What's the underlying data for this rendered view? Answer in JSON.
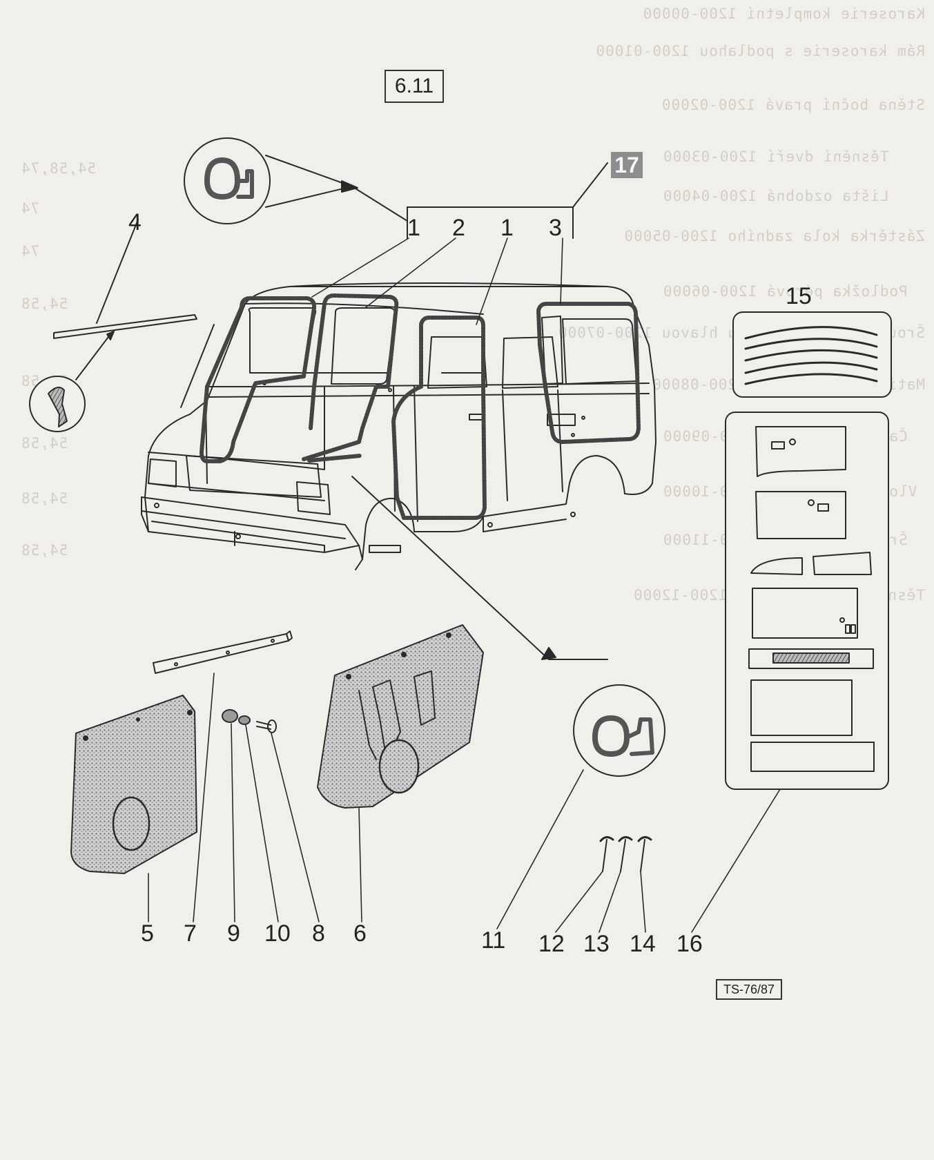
{
  "section_number": "6.11",
  "figure_badge": "17",
  "drawing_code": "TS-76/87",
  "callouts": {
    "c1a": "1",
    "c2": "2",
    "c1b": "1",
    "c3": "3",
    "c4": "4",
    "c15": "15",
    "c16": "16",
    "c5": "5",
    "c7": "7",
    "c9": "9",
    "c10": "10",
    "c8": "8",
    "c6": "6",
    "c11": "11",
    "c12": "12",
    "c13": "13",
    "c14": "14"
  },
  "bleed_through": {
    "right_refs": [
      "54,58,74",
      "74",
      "74",
      "54,58",
      "54,58",
      "54,58",
      "54,58",
      "54,58"
    ],
    "table_rows": [
      "Karoserie kompletní           1200-00000",
      "Rám karoserie s podlahou      1200-01000",
      "Stěna boční pravá             1200-02000",
      "Těsnění dveří                 1200-03000",
      "Lišta ozdobná                 1200-04000",
      "Zástěrka kola zadního         1200-05000",
      "Podložka pérová               1200-06000",
      "Šroub se šestihrannou hlavou  1200-07000",
      "Matice šestihranná            1200-08000",
      "Čalounění dveří               1200-09000",
      "Vložka čalounění              1200-10000",
      "Šroub samořezný               1200-11000",
      "Těsnění okna zadního          1200-12000"
    ]
  },
  "colors": {
    "paper": "#f1efe9",
    "ink": "#2a2a2a",
    "stipple": "#9a9a9a",
    "badge_fill": "#8d8d8d"
  }
}
